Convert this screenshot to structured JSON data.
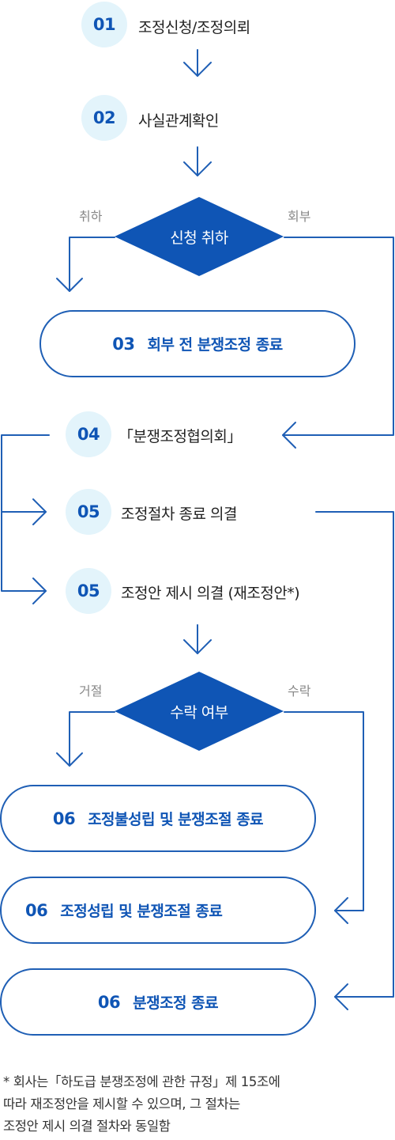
{
  "steps": {
    "s01": {
      "num": "01",
      "label": "조정신청/조정의뢰"
    },
    "s02": {
      "num": "02",
      "label": "사실관계확인"
    },
    "s04": {
      "num": "04",
      "label": "「분쟁조정협의회」"
    },
    "s05a": {
      "num": "05",
      "label": "조정절차 종료 의결"
    },
    "s05b": {
      "num": "05",
      "label": "조정안 제시 의결 (재조정안*)"
    }
  },
  "decision1": {
    "label": "신청 취하",
    "left": "취하",
    "right": "회부"
  },
  "decision2": {
    "label": "수락 여부",
    "left": "거절",
    "right": "수락"
  },
  "outcomes": {
    "o03": {
      "num": "03",
      "label": "회부 전 분쟁조정 종료"
    },
    "o06a": {
      "num": "06",
      "label": "조정불성립 및 분쟁조절 종료"
    },
    "o06b": {
      "num": "06",
      "label": "조정성립 및 분쟁조절 종료"
    },
    "o06c": {
      "num": "06",
      "label": "분쟁조정 종료"
    }
  },
  "footnote": {
    "line1": "* 회사는「하도급 분쟁조정에 관한 규정」제 15조에",
    "line2": "따라 재조정안을 제시할 수 있으며, 그 절차는",
    "line3": "조정안 제시 의결 절차와 동일함"
  },
  "colors": {
    "primary": "#0f55b5",
    "line": "#1f5fb5",
    "circle": "#e3f4fb"
  }
}
